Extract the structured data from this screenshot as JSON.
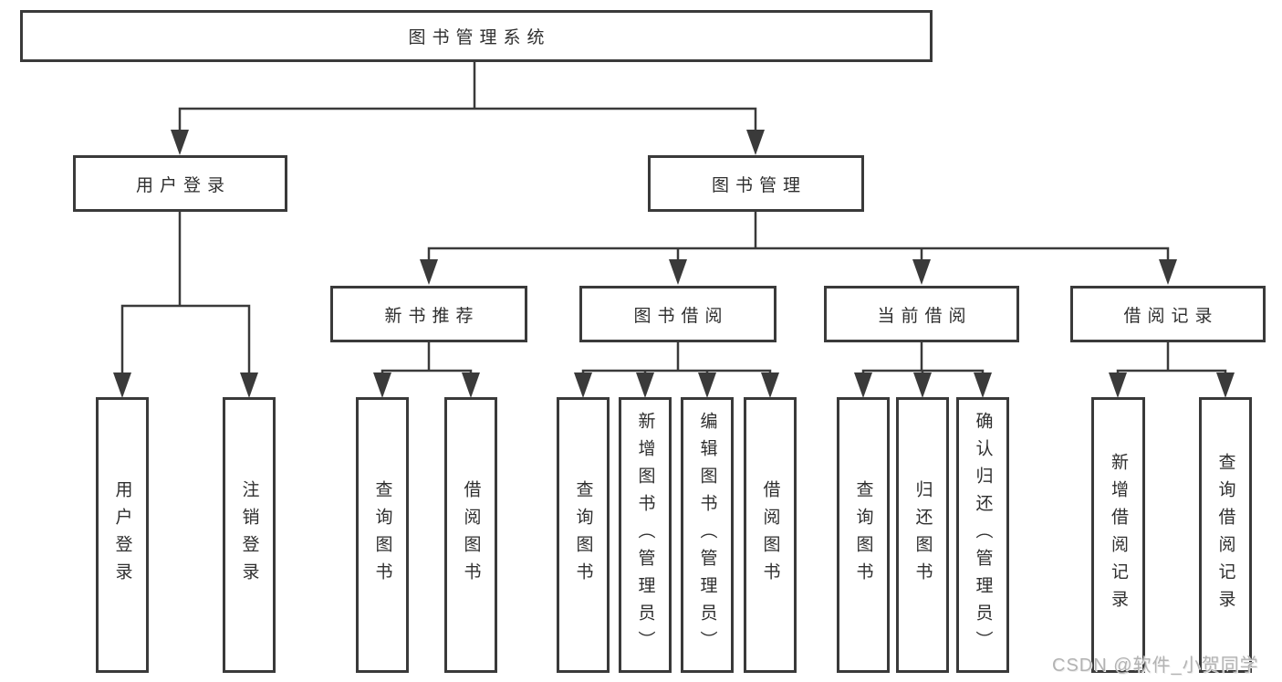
{
  "diagram": {
    "root": {
      "label": "图书管理系统"
    },
    "level2": [
      {
        "label": "用户登录"
      },
      {
        "label": "图书管理"
      }
    ],
    "level3": [
      {
        "label": "新书推荐"
      },
      {
        "label": "图书借阅"
      },
      {
        "label": "当前借阅"
      },
      {
        "label": "借阅记录"
      }
    ],
    "leaves": {
      "user_login": [
        {
          "label": "用户登录"
        },
        {
          "label": "注销登录"
        }
      ],
      "new_book": [
        {
          "label": "查询图书"
        },
        {
          "label": "借阅图书"
        }
      ],
      "book_borrow": [
        {
          "label": "查询图书"
        },
        {
          "label": "新增图书（管理员）"
        },
        {
          "label": "编辑图书（管理员）"
        },
        {
          "label": "借阅图书"
        }
      ],
      "current_borrow": [
        {
          "label": "查询图书"
        },
        {
          "label": "归还图书"
        },
        {
          "label": "确认归还（管理员）"
        }
      ],
      "borrow_records": [
        {
          "label": "新增借阅记录"
        },
        {
          "label": "查询借阅记录"
        }
      ]
    }
  },
  "watermark": {
    "text": "CSDN @软件_小贺同学"
  },
  "colors": {
    "line": "#3a3a3a",
    "box_border": "#3a3a3a",
    "box_fill": "#ffffff",
    "text": "#2f2f2f",
    "watermark": "#b3b3b3",
    "background": "#ffffff"
  }
}
